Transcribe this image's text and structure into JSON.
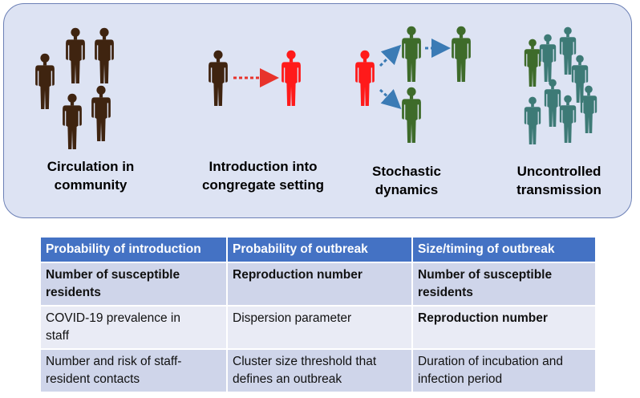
{
  "stages": [
    {
      "label_line1": "Circulation in",
      "label_line2": "community"
    },
    {
      "label_line1": "Introduction into",
      "label_line2": "congregate setting"
    },
    {
      "label_line1": "Stochastic",
      "label_line2": "dynamics"
    },
    {
      "label_line1": "Uncontrolled",
      "label_line2": "transmission"
    }
  ],
  "colors": {
    "community": "#3f2410",
    "infected": "#ff1a1a",
    "secondary": "#3e6b2a",
    "uncontrolled": "#3d7a76",
    "arrow_red": "#e8332b",
    "arrow_blue": "#3b7bb5",
    "header": "#4472c4"
  },
  "table": {
    "headers": [
      "Probability of introduction",
      "Probability of outbreak",
      "Size/timing of outbreak"
    ],
    "rows": [
      [
        {
          "line1": "Number of susceptible",
          "line2": "residents"
        },
        {
          "line1": "Reproduction number",
          "line2": ""
        },
        {
          "line1": "Number of susceptible",
          "line2": "residents"
        }
      ],
      [
        {
          "line1": "COVID-19 prevalence in",
          "line2": "staff"
        },
        {
          "line1": "Dispersion parameter",
          "line2": ""
        },
        {
          "line1": "Reproduction number",
          "line2": ""
        }
      ],
      [
        {
          "line1": "Number and risk of staff-",
          "line2": "resident contacts"
        },
        {
          "line1": "Cluster size threshold that",
          "line2": "defines an outbreak"
        },
        {
          "line1": "Duration of incubation and",
          "line2": "infection period"
        }
      ]
    ]
  }
}
